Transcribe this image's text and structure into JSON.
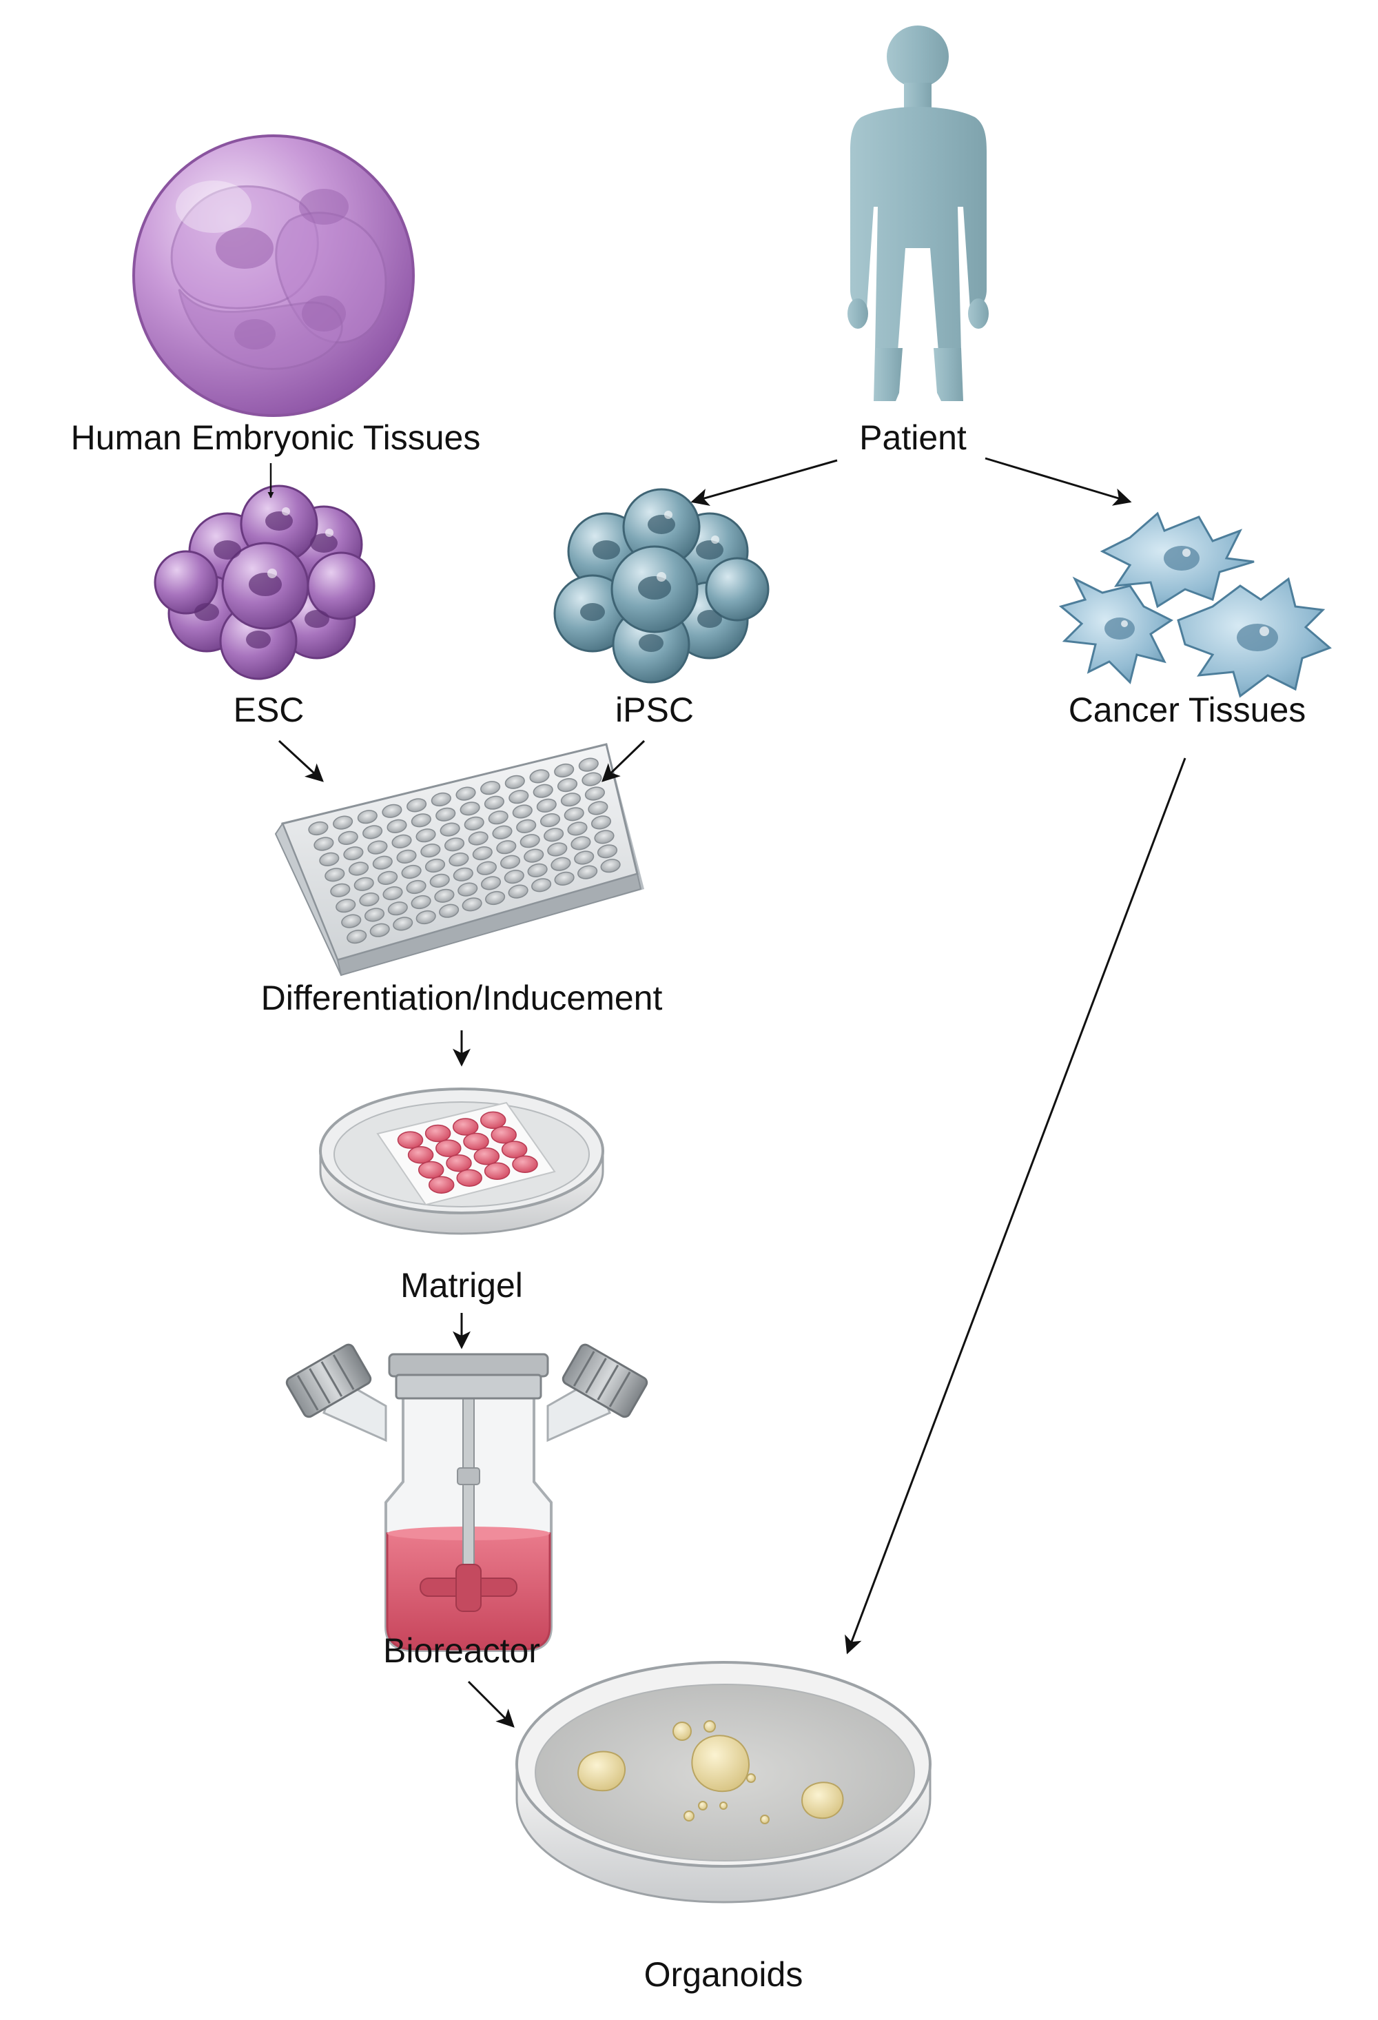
{
  "labels": {
    "embryonic": "Human Embryonic Tissues",
    "patient": "Patient",
    "esc": "ESC",
    "ipsc": "iPSC",
    "cancer": "Cancer Tissues",
    "differentiation": "Differentiation/Inducement",
    "matrigel": "Matrigel",
    "bioreactor": "Bioreactor",
    "organoids": "Organoids"
  },
  "colors": {
    "embryo": "#b682c8",
    "esc": "#9a60b0",
    "ipsc": "#6e97a6",
    "patient": "#93b6c0",
    "cancer": "#8fb6cf",
    "matrigel": "#e05a6e",
    "medium": "#d9546a",
    "organoid": "#efe2b0",
    "arrow": "#111111"
  },
  "icons": [
    "embryo-sphere-icon",
    "human-figure-icon",
    "esc-cluster-icon",
    "ipsc-cluster-icon",
    "cancer-cells-icon",
    "well-plate-icon",
    "petri-dish-matrigel-icon",
    "bioreactor-flask-icon",
    "organoid-dish-icon"
  ]
}
